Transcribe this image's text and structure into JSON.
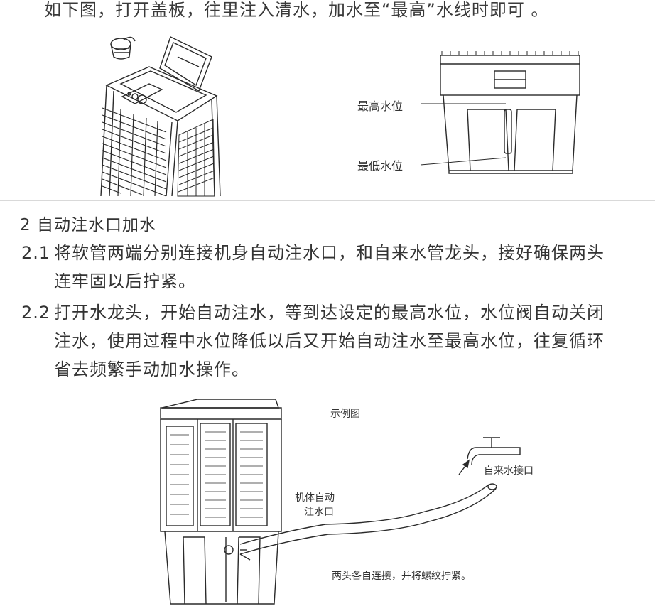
{
  "intro": {
    "line": "如下图，打开盖板，往里注入清水，加水至“最高”水线时即可 。"
  },
  "figure1": {
    "label_max": "最高水位",
    "label_min": "最低水位"
  },
  "section2": {
    "title": "2  自动注水口加水",
    "item1": {
      "num": "2.1",
      "line1": "将软管两端分别连接机身自动注水口，和自来水管龙头，接好确保两头",
      "line2": "连牢固以后拧紧。"
    },
    "item2": {
      "num": "2.2",
      "line1": "打开水龙头，开始自动注水，等到达设定的最高水位，水位阀自动关闭",
      "line2": "注水，使用过程中水位降低以后又开始自动注水至最高水位，往复循环",
      "line3": "省去频繁手动加水操作。"
    }
  },
  "figure2": {
    "caption": "示例图",
    "label_tap": "自来水接口",
    "label_inlet_1": "机体自动",
    "label_inlet_2": "注水口",
    "note": "两头各自连接，并将螺纹拧紧。"
  }
}
